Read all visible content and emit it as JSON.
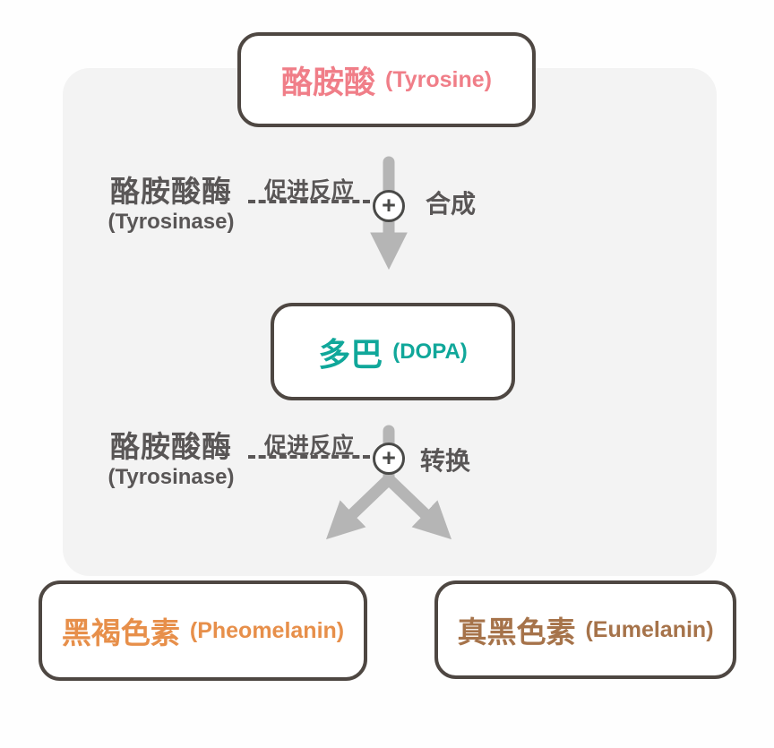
{
  "diagram_title": "tyrosine-to-melanin-pathway",
  "colors": {
    "page_bg": "#fefefe",
    "panel_bg": "#f3f3f3",
    "box_border": "#4e4742",
    "text_gray": "#595656",
    "arrow_gray": "#b5b5b5",
    "tyrosine_text": "#f07e88",
    "dopa_text": "#10a79a",
    "pheomelanin_text": "#e78f4a",
    "eumelanin_text": "#a6734a"
  },
  "nodes": {
    "tyrosine": {
      "zh": "酪胺酸",
      "en": "(Tyrosine)"
    },
    "dopa": {
      "zh": "多巴",
      "en": "(DOPA)"
    },
    "pheomelanin": {
      "zh": "黑褐色素",
      "en": "(Pheomelanin)"
    },
    "eumelanin": {
      "zh": "真黑色素",
      "en": "(Eumelanin)"
    }
  },
  "reactions": [
    {
      "enzyme_zh": "酪胺酸酶",
      "enzyme_en": "(Tyrosinase)",
      "promote": "促进反应",
      "plus": "+",
      "action": "合成"
    },
    {
      "enzyme_zh": "酪胺酸酶",
      "enzyme_en": "(Tyrosinase)",
      "promote": "促进反应",
      "plus": "+",
      "action": "转换"
    }
  ]
}
